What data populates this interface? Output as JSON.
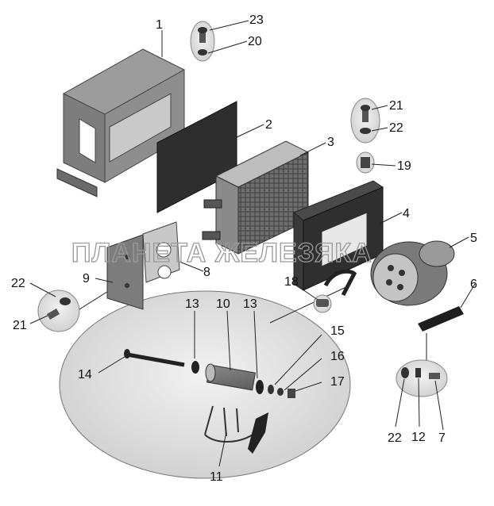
{
  "watermark": "ПЛАНЕТА ЖЕЛЕЗЯКА",
  "callouts": {
    "c1": "1",
    "c2": "2",
    "c3": "3",
    "c4": "4",
    "c5": "5",
    "c6": "6",
    "c7": "7",
    "c8": "8",
    "c9": "9",
    "c10": "10",
    "c11": "11",
    "c12": "12",
    "c13a": "13",
    "c13b": "13",
    "c14": "14",
    "c15": "15",
    "c16": "16",
    "c17": "17",
    "c18": "18",
    "c19": "19",
    "c20": "20",
    "c21a": "21",
    "c21b": "21",
    "c22a": "22",
    "c22b": "22",
    "c22c": "22",
    "c23": "23"
  }
}
